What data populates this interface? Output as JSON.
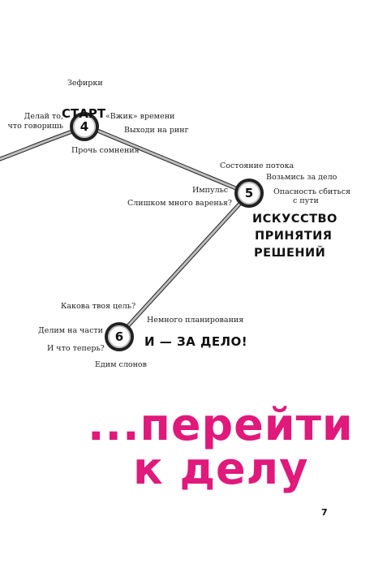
{
  "start_title": "СТАРТ",
  "nodes": [
    {
      "number": "4",
      "labels": [
        "Зефирки",
        "Делай то,",
        "что говоришь",
        "«Вжик» времени",
        "Выходи на ринг",
        "Прочь сомнения"
      ]
    },
    {
      "number": "5",
      "labels": [
        "Состояние потока",
        "Возьмись за дело",
        "Импульс",
        "Опасность сбиться",
        "с пути",
        "Слишком много варенья?"
      ],
      "heading": [
        "ИСКУССТВО",
        "ПРИНЯТИЯ",
        "РЕШЕНИЙ"
      ]
    },
    {
      "number": "6",
      "labels": [
        "Какова твоя цель?",
        "Немного планирования",
        "Делим на части",
        "И что теперь?",
        "Едим слонов"
      ],
      "heading": "И — ЗА ДЕЛО!"
    }
  ],
  "chapter_title": [
    "...перейти",
    "к делу"
  ],
  "page_number": "7",
  "colors": {
    "accent": "#e0197a",
    "path": "#9a9a9a",
    "text": "#1a1a1a"
  }
}
